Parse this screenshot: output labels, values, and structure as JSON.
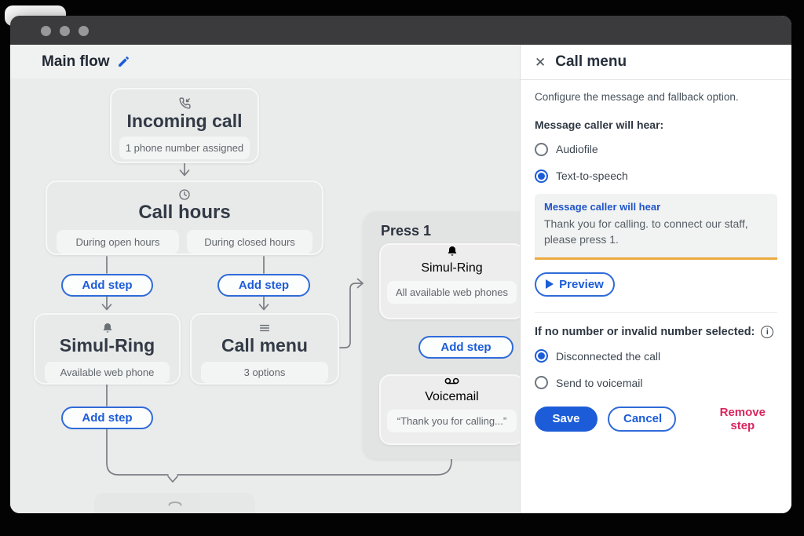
{
  "canvas": {
    "header": {
      "title": "Main flow"
    },
    "add_step_label": "Add step",
    "nodes": {
      "incoming_call": {
        "icon": "incoming-call-icon",
        "title": "Incoming call",
        "subtitle": "1 phone number assigned"
      },
      "call_hours": {
        "icon": "clock-icon",
        "title": "Call hours",
        "branches": [
          "During open hours",
          "During closed hours"
        ]
      },
      "simul_ring": {
        "icon": "bell-icon",
        "title": "Simul-Ring",
        "subtitle": "Available web phone"
      },
      "call_menu": {
        "icon": "menu-icon",
        "title": "Call menu",
        "subtitle": "3 options"
      },
      "press_group": {
        "label": "Press 1",
        "simul_ring": {
          "icon": "bell-icon",
          "title": "Simul-Ring",
          "subtitle": "All available web phones"
        },
        "voicemail": {
          "icon": "voicemail-icon",
          "title": "Voicemail",
          "subtitle": "“Thank you for calling...”"
        }
      },
      "hang_up": {
        "icon": "hang-up-icon"
      }
    }
  },
  "panel": {
    "title": "Call menu",
    "subtitle": "Configure the message and fallback option.",
    "message_section": {
      "label": "Message caller will hear:",
      "options": [
        {
          "label": "Audiofile",
          "selected": false
        },
        {
          "label": "Text-to-speech",
          "selected": true
        }
      ],
      "textbox": {
        "label": "Message caller will hear",
        "value": "Thank you for calling. to connect our staff, please press 1."
      },
      "preview_label": "Preview"
    },
    "fallback_section": {
      "label": "If no number or invalid number selected:",
      "options": [
        {
          "label": "Disconnected the call",
          "selected": true
        },
        {
          "label": "Send to voicemail",
          "selected": false
        }
      ]
    },
    "actions": {
      "save": "Save",
      "cancel": "Cancel",
      "remove": "Remove step"
    }
  },
  "colors": {
    "accent_blue": "#1d5cd8",
    "remove_red": "#d9255f",
    "textbox_underline_orange": "#edaa3f",
    "topbar": "#3b3b3d",
    "canvas_bg": "#eaebeb"
  }
}
